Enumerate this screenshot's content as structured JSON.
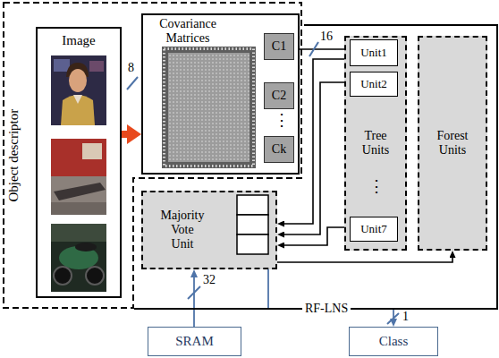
{
  "diagram": {
    "nodes": [
      {
        "text": [
          "Object descriptor"
        ]
      },
      {
        "text": [
          "Image"
        ],
        "in": 0
      },
      {
        "text": [
          "Covariance Matrices"
        ],
        "in": 0
      },
      {
        "text": [
          "C1"
        ],
        "in": 2
      },
      {
        "text": [
          "C2"
        ],
        "in": 2
      },
      {
        "text": [
          "Ck"
        ],
        "in": 2
      },
      {
        "text": [
          "Tree Units"
        ]
      },
      {
        "text": [
          "Unit1"
        ],
        "in": 6
      },
      {
        "text": [
          "Unit2"
        ],
        "in": 6
      },
      {
        "text": [
          "Unit7"
        ],
        "in": 6
      },
      {
        "text": [
          "Forest Units"
        ]
      },
      {
        "text": [
          "Majority Vote Unit"
        ]
      },
      {
        "text": [
          "SRAM"
        ]
      },
      {
        "text": [
          "Class"
        ]
      }
    ],
    "edges": [
      {
        "from": 1,
        "to": 2,
        "arrow": "to"
      },
      {
        "from": 2,
        "to": 7,
        "arrow": "none",
        "label": "16"
      },
      {
        "from": 7,
        "to": 11,
        "arrow": "to"
      },
      {
        "from": 8,
        "to": 11,
        "arrow": "to"
      },
      {
        "from": 9,
        "to": 11,
        "arrow": "to"
      },
      {
        "from": 11,
        "to": 10,
        "arrow": "to"
      },
      {
        "from": 12,
        "to": 11,
        "arrow": "to",
        "label": "32"
      },
      {
        "from": 11,
        "to": 13,
        "arrow": "to",
        "label": "1"
      }
    ],
    "labels": [
      "8",
      "⋮",
      "⋮",
      "RF-LNS"
    ]
  }
}
